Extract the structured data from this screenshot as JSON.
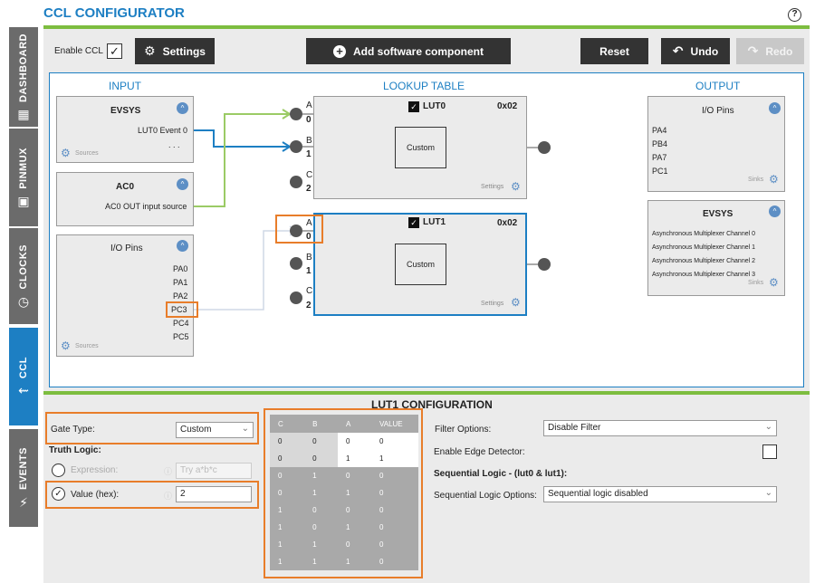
{
  "app": {
    "title": "CCL CONFIGURATOR",
    "help_icon": "?"
  },
  "sidebar": {
    "tabs": [
      {
        "label": "DASHBOARD",
        "icon": "dashboard-icon"
      },
      {
        "label": "PINMUX",
        "icon": "chip-icon"
      },
      {
        "label": "CLOCKS",
        "icon": "clock-icon"
      },
      {
        "label": "CCL",
        "icon": "ccl-icon",
        "active": true
      },
      {
        "label": "EVENTS",
        "icon": "lightning-icon"
      }
    ]
  },
  "toolbar": {
    "enable_ccl_label": "Enable CCL",
    "enable_ccl_checked": true,
    "settings_label": "Settings",
    "add_component_label": "Add software component",
    "reset_label": "Reset",
    "undo_label": "Undo",
    "redo_label": "Redo"
  },
  "canvas": {
    "input_header": "INPUT",
    "lookup_header": "LOOKUP TABLE",
    "output_header": "OUTPUT",
    "evsys_in": {
      "title": "EVSYS",
      "signal": "LUT0 Event 0",
      "ellipsis": ". . .",
      "sources": "Sources"
    },
    "ac0": {
      "title": "AC0",
      "signal": "AC0 OUT input source"
    },
    "io_in": {
      "title": "I/O Pins",
      "pins": [
        "PA0",
        "PA1",
        "PA2",
        "PC3",
        "PC4",
        "PC5"
      ],
      "sources": "Sources"
    },
    "lut0": {
      "title": "LUT0",
      "value": "0x02",
      "function": "Custom",
      "settings": "Settings",
      "ports": [
        {
          "letter": "A",
          "num": "0"
        },
        {
          "letter": "B",
          "num": "1"
        },
        {
          "letter": "C",
          "num": "2"
        }
      ]
    },
    "lut1": {
      "title": "LUT1",
      "value": "0x02",
      "function": "Custom",
      "settings": "Settings",
      "ports": [
        {
          "letter": "A",
          "num": "0"
        },
        {
          "letter": "B",
          "num": "1"
        },
        {
          "letter": "C",
          "num": "2"
        }
      ]
    },
    "io_out": {
      "title": "I/O Pins",
      "pins": [
        "PA4",
        "PB4",
        "PA7",
        "PC1"
      ],
      "sinks": "Sinks"
    },
    "evsys_out": {
      "title": "EVSYS",
      "channels": [
        "Asynchronous Multiplexer Channel 0",
        "Asynchronous Multiplexer Channel 1",
        "Asynchronous Multiplexer Channel 2",
        "Asynchronous Multiplexer Channel 3"
      ],
      "sinks": "Sinks"
    }
  },
  "config": {
    "title": "LUT1 CONFIGURATION",
    "gate_type_label": "Gate Type:",
    "gate_type_value": "Custom",
    "truth_logic_label": "Truth Logic:",
    "expression_label": "Expression:",
    "expression_placeholder": "Try a*b*c",
    "value_hex_label": "Value (hex):",
    "value_hex": "2",
    "truth_table": {
      "headers": [
        "C",
        "B",
        "A",
        "VALUE"
      ],
      "rows": [
        [
          "0",
          "0",
          "0",
          "0"
        ],
        [
          "0",
          "0",
          "1",
          "1"
        ],
        [
          "0",
          "1",
          "0",
          "0"
        ],
        [
          "0",
          "1",
          "1",
          "0"
        ],
        [
          "1",
          "0",
          "0",
          "0"
        ],
        [
          "1",
          "0",
          "1",
          "0"
        ],
        [
          "1",
          "1",
          "0",
          "0"
        ],
        [
          "1",
          "1",
          "1",
          "0"
        ]
      ]
    },
    "filter_label": "Filter Options:",
    "filter_value": "Disable Filter",
    "edge_label": "Enable Edge Detector:",
    "seq_header": "Sequential Logic - (lut0 & lut1):",
    "seq_label": "Sequential Logic Options:",
    "seq_value": "Sequential logic disabled"
  },
  "colors": {
    "accent": "#1d7fc3",
    "green": "#7dbd3f",
    "highlight": "#e87d2a",
    "panel": "#ebebeb",
    "dark_button": "#333333"
  }
}
